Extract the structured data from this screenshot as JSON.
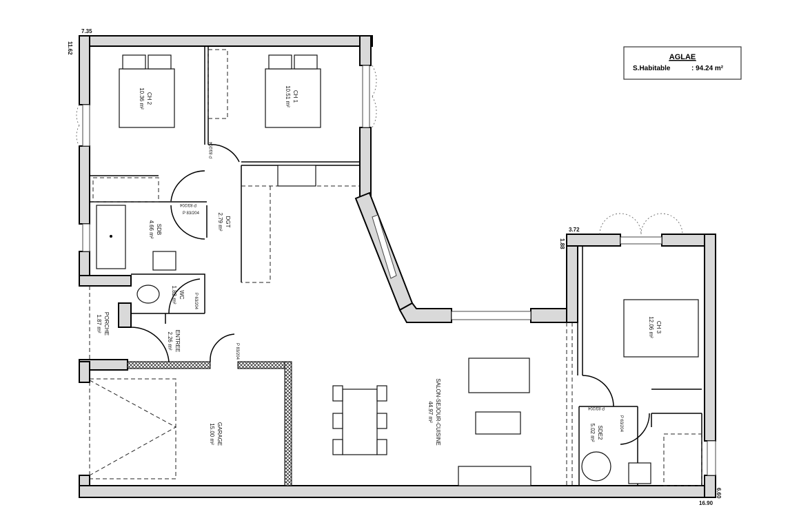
{
  "title_block": {
    "name": "AGLAE",
    "label": "S.Habitable",
    "value": ": 94.24 m²"
  },
  "rooms": [
    {
      "name": "CH 2",
      "area": "10.36 m²"
    },
    {
      "name": "CH 1",
      "area": "10.51 m²"
    },
    {
      "name": "SDB",
      "area": "4.66 m²"
    },
    {
      "name": "DGT",
      "area": "2.79 m²"
    },
    {
      "name": "WC",
      "area": "1.82 m²"
    },
    {
      "name": "PORCHE",
      "area": "1.87 m²"
    },
    {
      "name": "ENTREE",
      "area": "2.26 m²"
    },
    {
      "name": "GARAGE",
      "area": "15.00 m²"
    },
    {
      "name": "SALON-SEJOUR-CUISINE",
      "area": "44.97 m²"
    },
    {
      "name": "CH 3",
      "area": "12.06 m²"
    },
    {
      "name": "SDE2",
      "area": "5.02 m²"
    }
  ],
  "doors": [
    "P 83/204",
    "P 83/204",
    "P 83/204",
    "P 63/204",
    "P 83/204",
    "P 83/204",
    "P 63/204"
  ],
  "dimensions": [
    "7.35",
    "11.62",
    "3.72",
    "1.88",
    "6.60",
    "16.90"
  ]
}
